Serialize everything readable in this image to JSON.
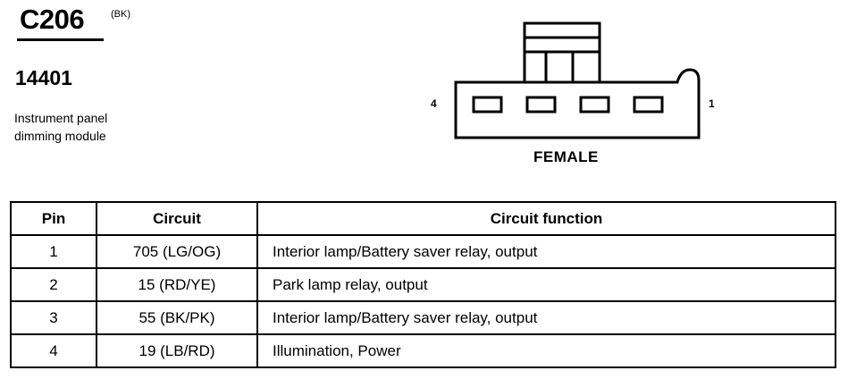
{
  "connector": {
    "id": "C206",
    "wire_color": "(BK)",
    "part_number": "14401",
    "description_line1": "Instrument panel",
    "description_line2": "dimming module",
    "gender": "FEMALE",
    "pin_label_left": "4",
    "pin_label_right": "1"
  },
  "table": {
    "headers": {
      "pin": "Pin",
      "circuit": "Circuit",
      "function": "Circuit function"
    },
    "rows": [
      {
        "pin": "1",
        "circuit": "705 (LG/OG)",
        "function": "Interior lamp/Battery saver relay, output"
      },
      {
        "pin": "2",
        "circuit": "15 (RD/YE)",
        "function": "Park lamp relay, output"
      },
      {
        "pin": "3",
        "circuit": "55 (BK/PK)",
        "function": "Interior lamp/Battery saver relay, output"
      },
      {
        "pin": "4",
        "circuit": "19 (LB/RD)",
        "function": "Illumination, Power"
      }
    ]
  }
}
